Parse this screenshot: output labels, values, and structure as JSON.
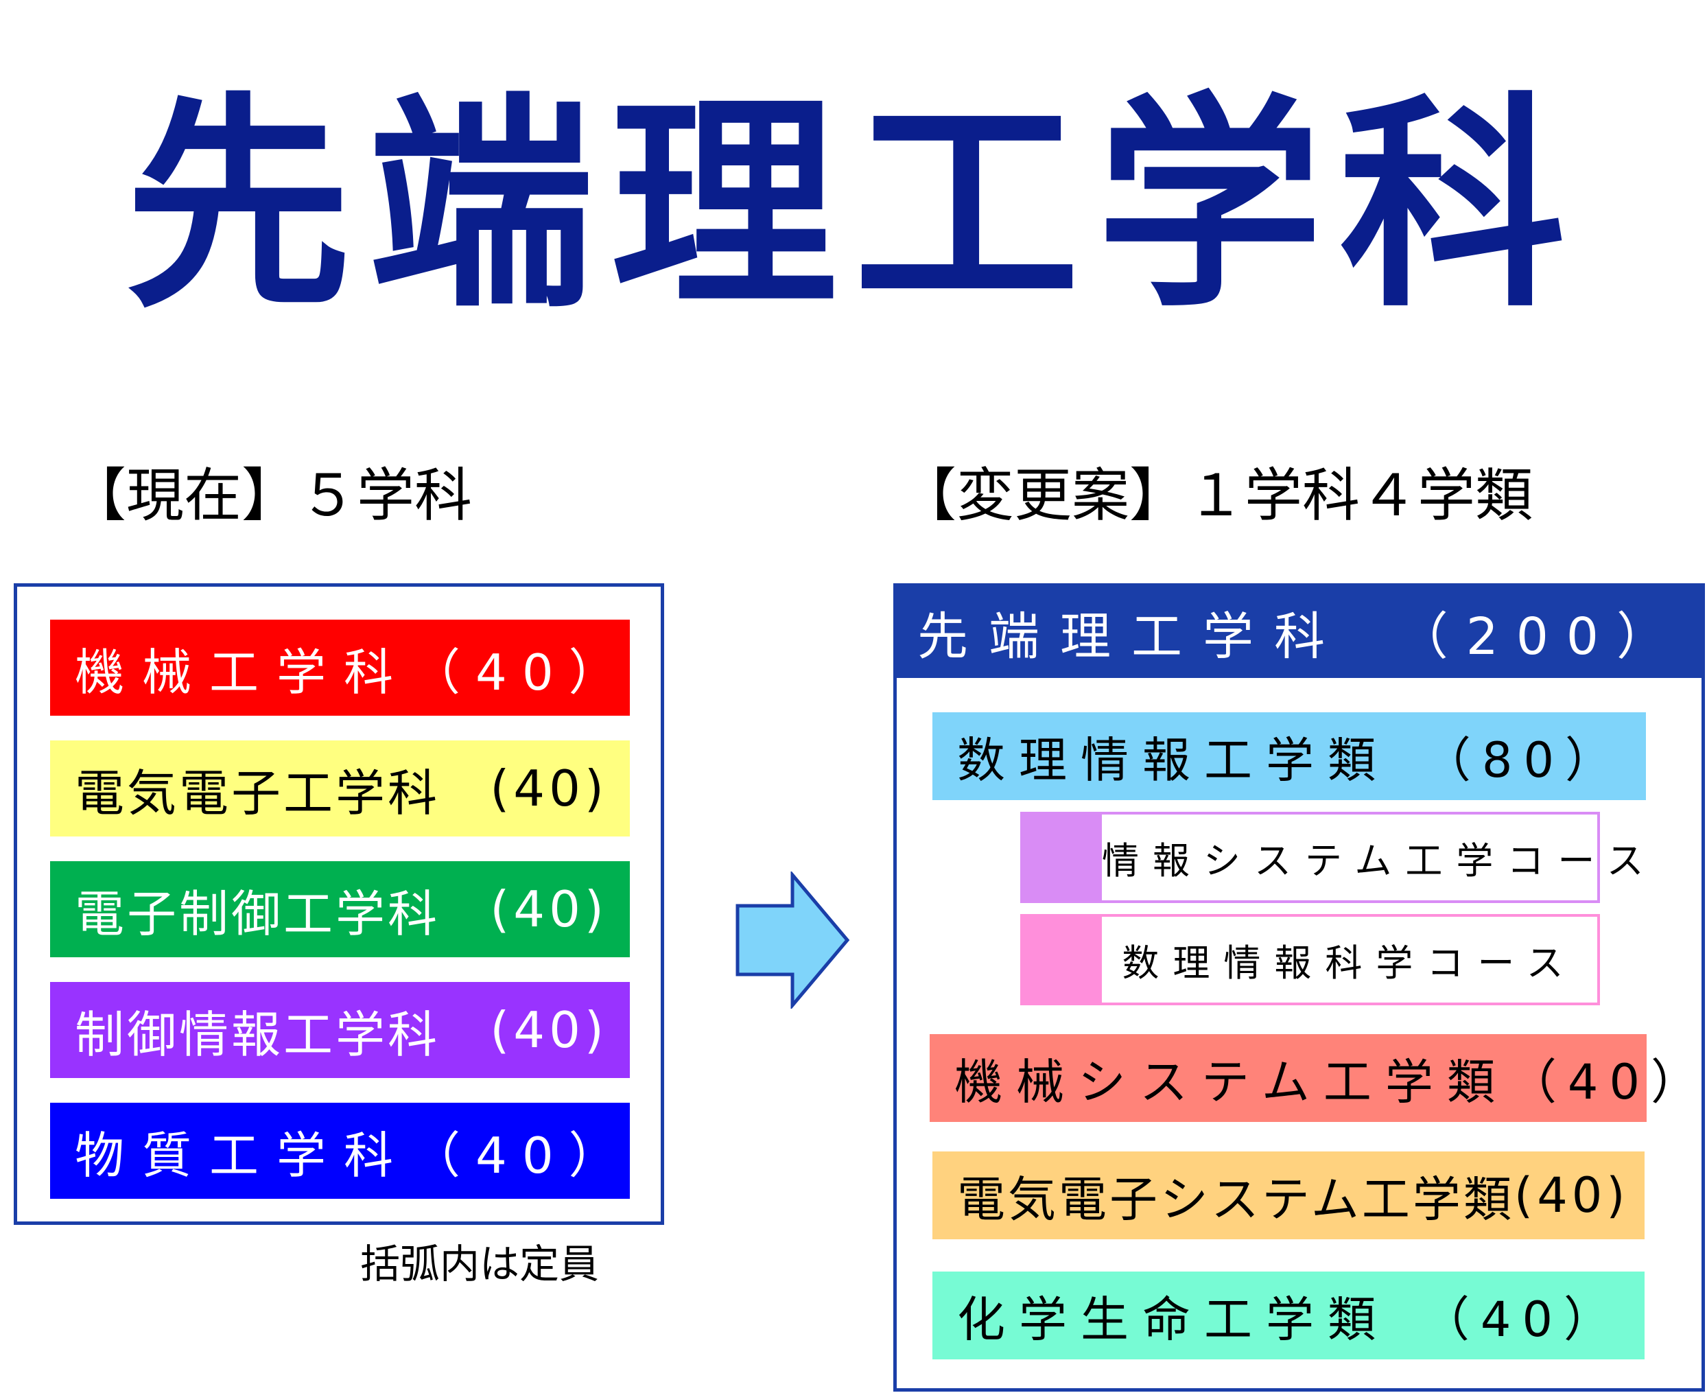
{
  "title": "先端理工学科",
  "current": {
    "heading": "【現在】５学科",
    "departments": [
      {
        "label": "機械工学科",
        "capacity": "（40）",
        "color": "#ff0000",
        "text_color": "#ffffff"
      },
      {
        "label": "電気電子工学科",
        "capacity": "(40)",
        "color": "#ffff80",
        "text_color": "#000000"
      },
      {
        "label": "電子制御工学科",
        "capacity": "(40)",
        "color": "#00b050",
        "text_color": "#ffffff"
      },
      {
        "label": "制御情報工学科",
        "capacity": "(40)",
        "color": "#9933ff",
        "text_color": "#ffffff"
      },
      {
        "label": "物質工学科",
        "capacity": "（40）",
        "color": "#0000ff",
        "text_color": "#ffffff"
      }
    ],
    "note": "括弧内は定員"
  },
  "proposal": {
    "heading": "【変更案】１学科４学類",
    "department": {
      "label": "先端理工学科",
      "capacity": "（200）",
      "color": "#1a3ea8"
    },
    "clusters": [
      {
        "label": "数理情報工学類",
        "capacity": "（80）",
        "color": "#7fd4fa"
      },
      {
        "label": "機械システム工学類",
        "capacity": "（40）",
        "color": "#ff8379"
      },
      {
        "label": "電気電子システム工学類",
        "capacity": "(40)",
        "color": "#ffd27f"
      },
      {
        "label": "化学生命工学類",
        "capacity": "（40）",
        "color": "#77fbd4"
      }
    ],
    "courses": [
      {
        "label": "情報システム工学コース",
        "color": "#d98cf5",
        "border_color": "#d98cf5"
      },
      {
        "label": "数理情報科学コース",
        "color": "#ff8fdb",
        "border_color": "#ff8fdb"
      }
    ]
  },
  "arrow": {
    "fill": "#7fd4fa",
    "stroke": "#1a3ea8"
  }
}
